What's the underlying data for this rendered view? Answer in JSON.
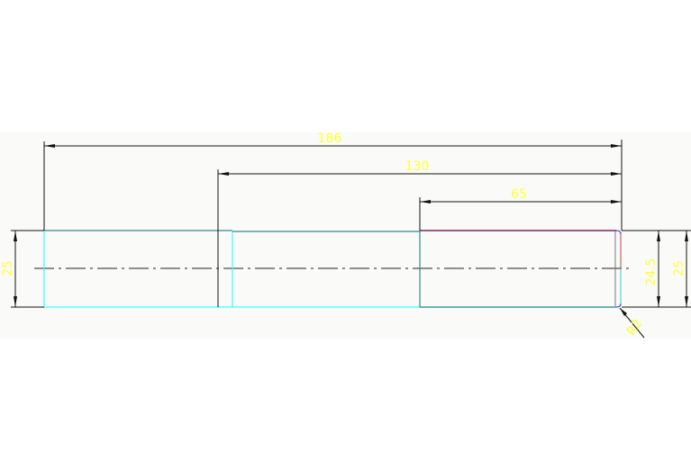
{
  "drawing": {
    "dimensions": {
      "overall_length": "186",
      "length_130": "130",
      "length_65": "65",
      "left_diameter": "25",
      "right_inner_diameter": "24.5",
      "right_outer_diameter": "25",
      "fillet_radius": "R2"
    },
    "colors": {
      "background": "#fafbf8",
      "dimension_line": "#000000",
      "dimension_text": "#ffff33",
      "outline_cyan": "#33ffff",
      "outline_teal": "#1a8a8a",
      "outline_purple": "#8a2060"
    }
  }
}
